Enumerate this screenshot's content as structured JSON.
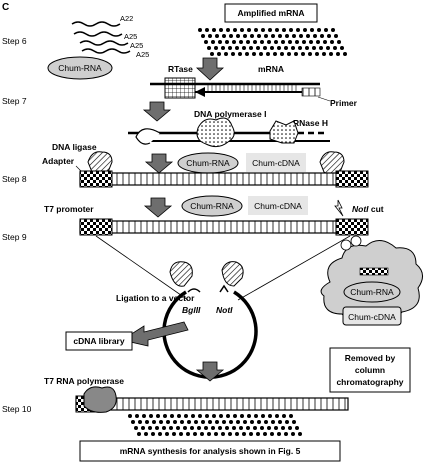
{
  "panel_letter": "C",
  "steps": [
    "Step 6",
    "Step 7",
    "Step 8",
    "Step 9",
    "Step 10"
  ],
  "labels": {
    "amplified_mrna": "Amplified mRNA",
    "a22": "A22",
    "a25": "A25",
    "chum_rna": "Chum-RNA",
    "chum_cdna": "Chum-cDNA",
    "rtase": "RTase",
    "mrna": "mRNA",
    "primer": "Primer",
    "dna_polymerase_i": "DNA polymerase I",
    "rnase_h": "RNase H",
    "dna_ligase": "DNA ligase",
    "adapter": "Adapter",
    "t7_promoter": "T7 promoter",
    "noti_cut_enzyme": "NotI",
    "noti_cut_suffix": " cut",
    "ligation": "Ligation to a vector",
    "bglii": "BglII",
    "noti": "NotI",
    "cdna_library": "cDNA library",
    "removed": [
      "Removed by",
      "column",
      "chromatography"
    ],
    "t7_rna_polymerase": "T7 RNA polymerase",
    "mrna_synthesis": "mRNA synthesis for analysis shown in Fig. 5"
  },
  "colors": {
    "ink": "#000000",
    "shade": "#cfcfcf",
    "light": "#e6e6e6",
    "arrow": "#6e6e6e"
  }
}
